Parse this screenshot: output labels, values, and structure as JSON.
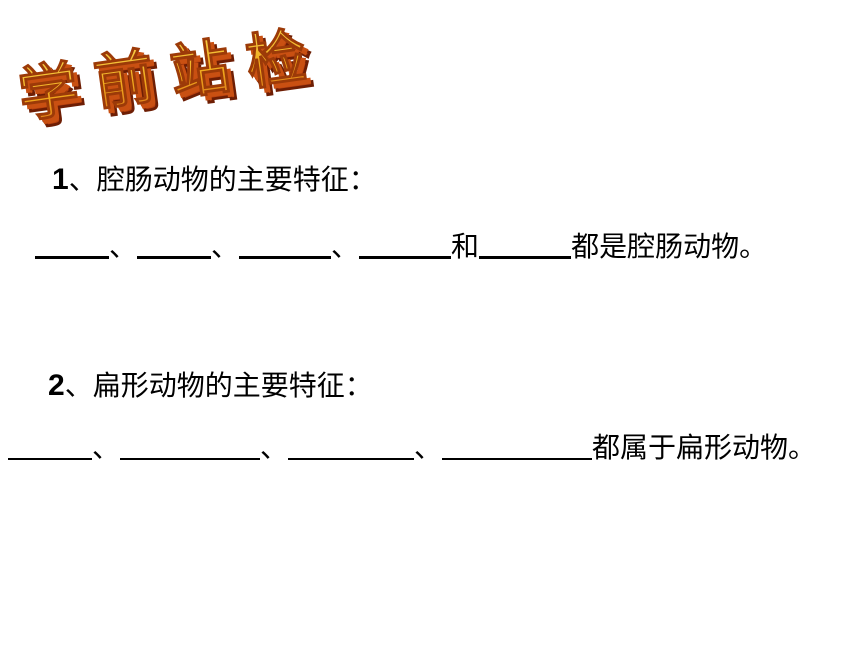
{
  "title": {
    "text": "学前站检",
    "chars": [
      "学",
      "前",
      "站",
      "检"
    ]
  },
  "q1": {
    "number": "1",
    "prompt": "、腔肠动物的主要特征：",
    "sep1": "、",
    "sep2": "、",
    "sep3": "、",
    "and_text": "和",
    "tail": "都是腔肠动物。"
  },
  "q2": {
    "number": "2",
    "prompt": "、扁形动物的主要特征：",
    "sep1": "、",
    "sep2": "、",
    "sep3": "、",
    "tail": "都属于扁形动物。"
  },
  "colors": {
    "wordart_fill": "#e8a91c",
    "wordart_side": "#c1460f",
    "wordart_outline": "#7a2405"
  }
}
